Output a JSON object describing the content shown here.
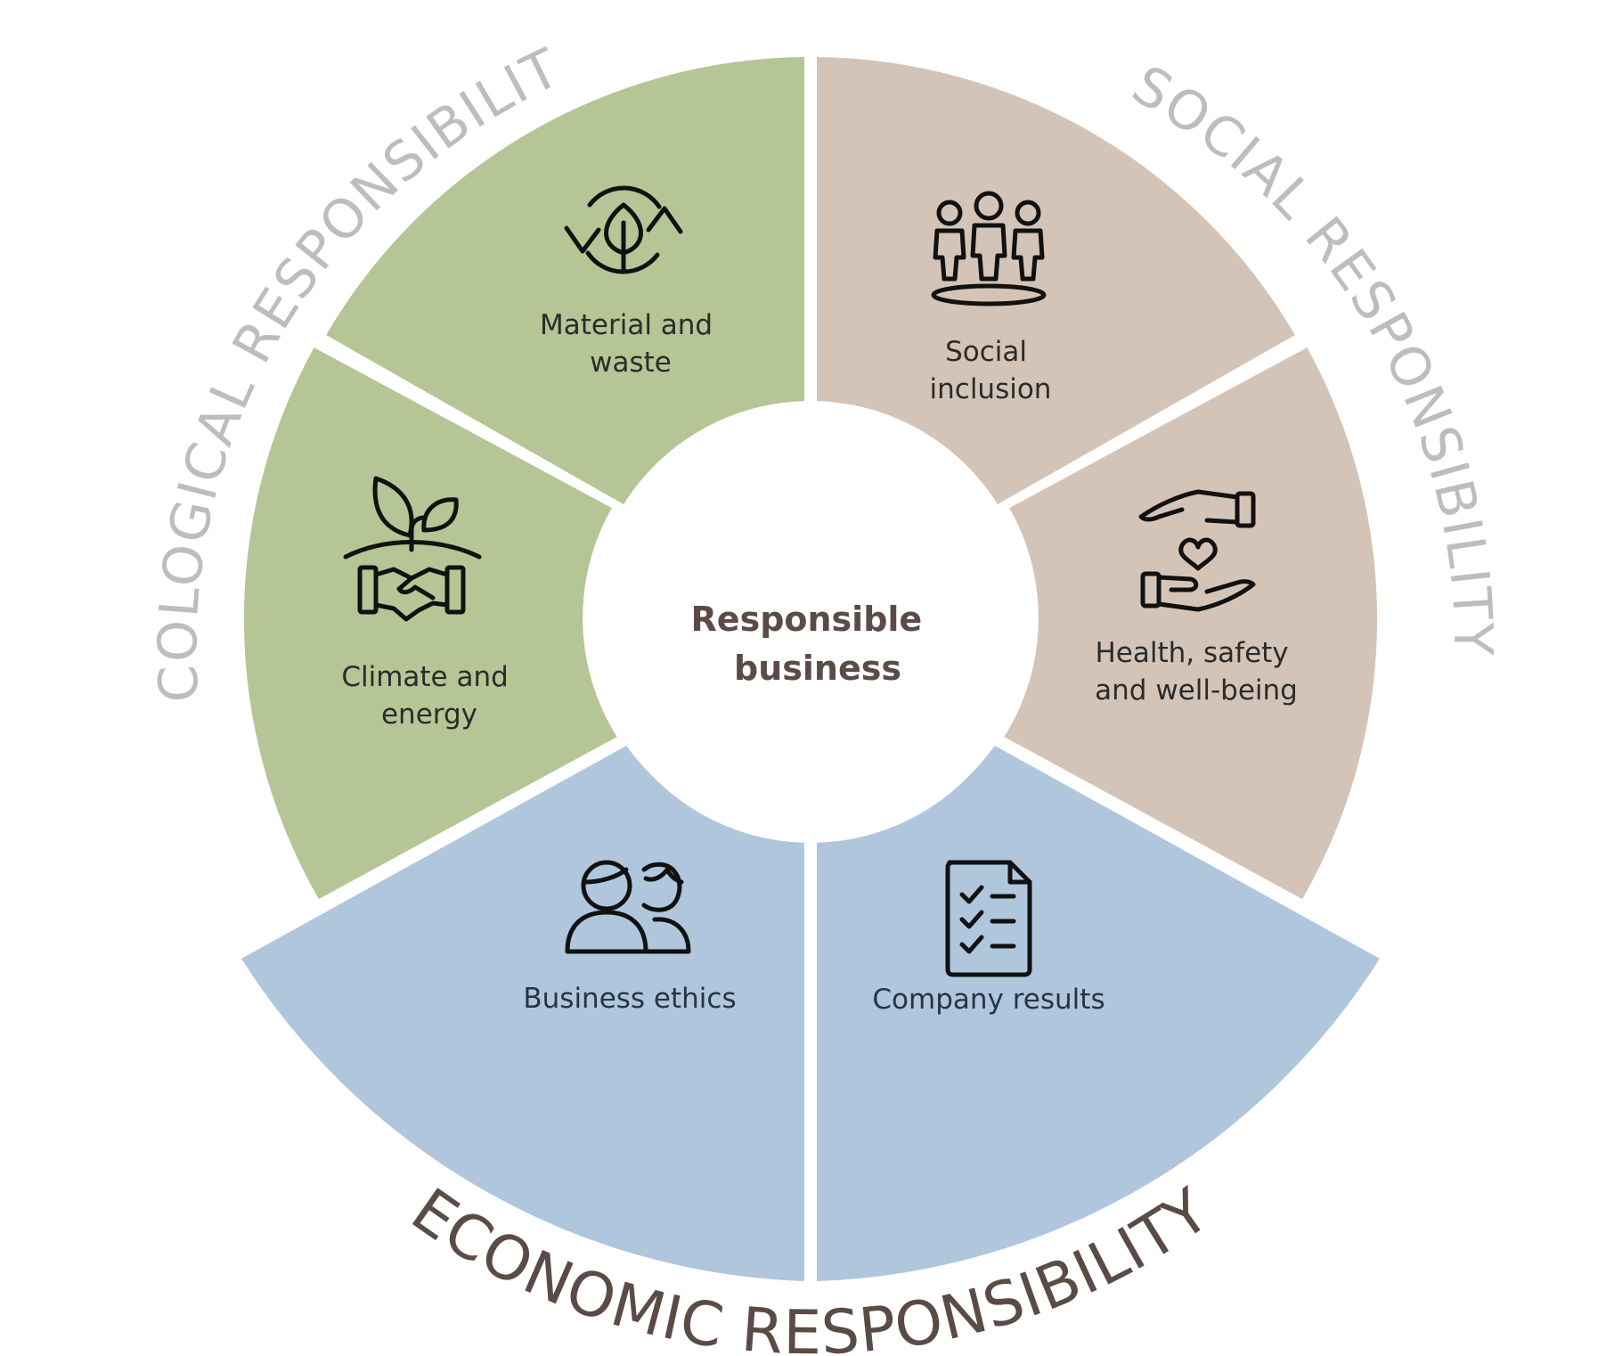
{
  "center": {
    "line1": "Responsible",
    "line2": "business"
  },
  "outer_labels": {
    "ecological": "ECOLOGICAL RESPONSIBILITY",
    "social": "SOCIAL RESPONSIBILITY",
    "economic": "ECONOMIC RESPONSIBILITY"
  },
  "segments": {
    "material": {
      "line1": "Material and",
      "line2": "waste",
      "icon": "recycle-leaf-icon"
    },
    "climate": {
      "line1": "Climate and",
      "line2": "energy",
      "icon": "plant-handshake-icon"
    },
    "social": {
      "line1": "Social",
      "line2": "inclusion",
      "icon": "group-people-icon"
    },
    "health": {
      "line1": "Health, safety",
      "line2": "and well-being",
      "icon": "hands-heart-icon"
    },
    "ethics": {
      "line1": "Business ethics",
      "icon": "two-people-icon"
    },
    "results": {
      "line1": "Company results",
      "icon": "checklist-icon"
    }
  },
  "colors": {
    "ecological": "#b5c595",
    "social": "#d4c4b7",
    "economic": "#b0c6dc",
    "center_text": "#5b4b47",
    "outer_label_grey": "#bdbdbd",
    "outer_label_dark": "#5b4b47"
  }
}
